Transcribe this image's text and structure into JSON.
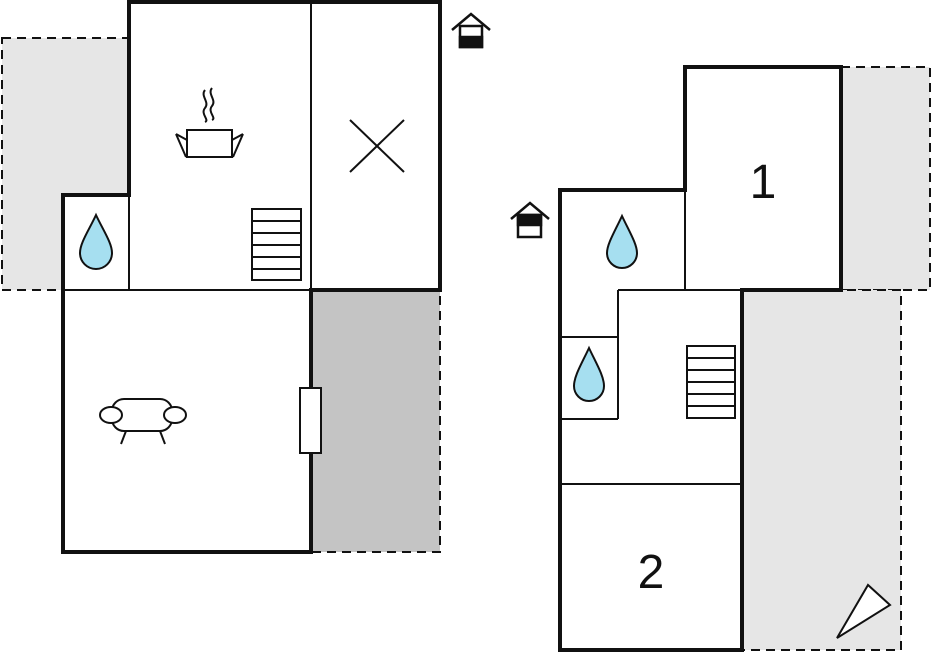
{
  "floors": [
    {
      "id": "ground-floor",
      "rooms": [
        {
          "type": "kitchen",
          "icon": "cooking-pot-icon"
        },
        {
          "type": "bathroom",
          "icon": "water-drop-icon"
        },
        {
          "type": "utility",
          "icon": "x-cross-icon"
        },
        {
          "type": "living-room",
          "icon": "sofa-icon"
        },
        {
          "type": "stairs",
          "icon": "stairs-icon"
        }
      ],
      "outdoor": [
        "terrace-left",
        "covered-terrace"
      ],
      "entrance_icon": "entrance-house-icon"
    },
    {
      "id": "upper-floor",
      "rooms": [
        {
          "type": "bedroom",
          "label": "1"
        },
        {
          "type": "bedroom",
          "label": "2"
        },
        {
          "type": "bathroom",
          "icon": "water-drop-icon"
        },
        {
          "type": "bathroom",
          "icon": "water-drop-icon"
        },
        {
          "type": "stairs",
          "icon": "stairs-icon"
        }
      ],
      "outdoor": [
        "balcony-right",
        "garden-right"
      ],
      "entrance_icon": "entrance-house-icon",
      "extra_icon": "triangle-flag-icon"
    }
  ],
  "labels": {
    "bedroom_1": "1",
    "bedroom_2": "2"
  },
  "colors": {
    "wall": "#111111",
    "outdoor_light": "#e6e6e6",
    "outdoor_dark": "#c4c4c4",
    "water": "#a6dff0",
    "background": "#ffffff"
  }
}
